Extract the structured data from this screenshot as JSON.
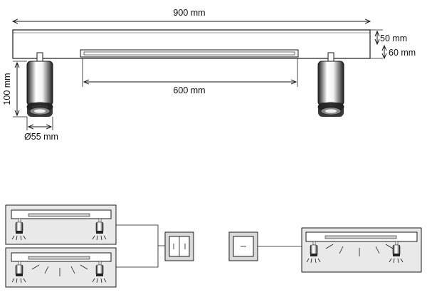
{
  "dimensions": {
    "length_total": "900 mm",
    "bar_height": "50 mm",
    "mount_height": "60 mm",
    "spot_height": "100 mm",
    "spot_diameter": "Ø55 mm",
    "led_length": "600 mm"
  },
  "colors": {
    "stroke": "#1a1a1a",
    "panel_fill": "#e9e9e9",
    "switch_fill": "#d9d9d9"
  },
  "icons": [
    "spotlight",
    "led-strip",
    "double-wall-switch",
    "single-wall-switch",
    "light-rays"
  ]
}
